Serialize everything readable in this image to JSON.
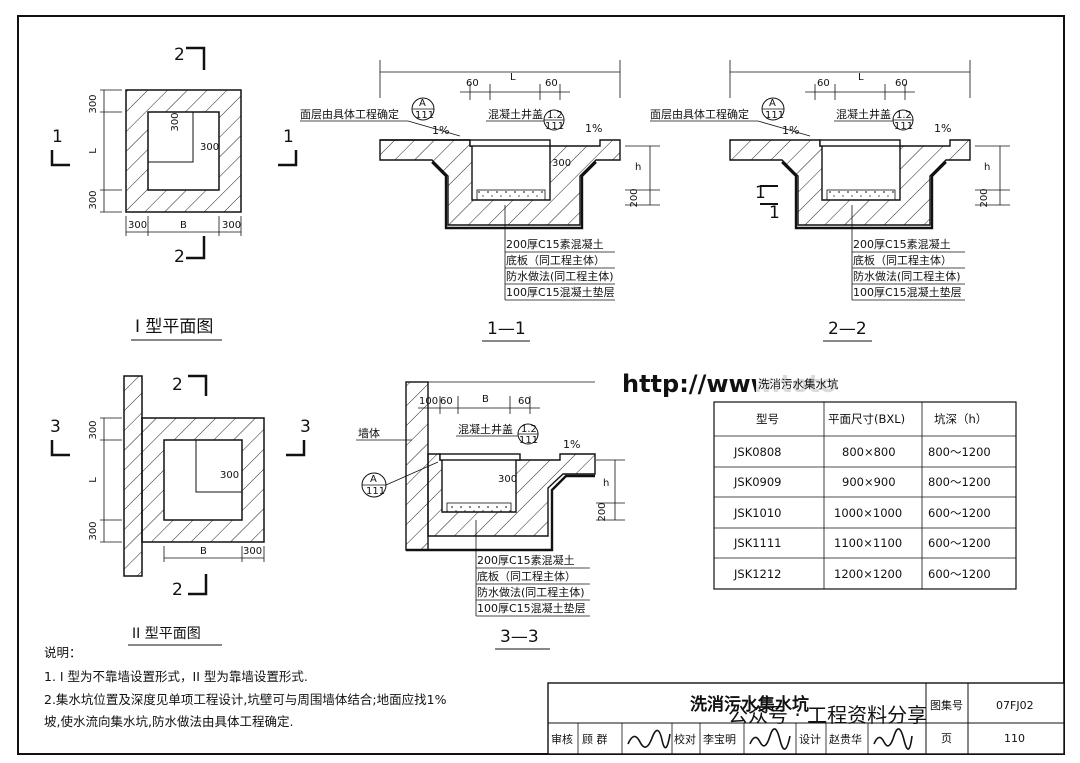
{
  "plan1": {
    "title": "I 型平面图",
    "section_mark_a": "1",
    "section_mark_b": "1",
    "section_mark_top": "2",
    "section_mark_bottom": "2",
    "dim_top": "300",
    "dim_L": "L",
    "dim_bottom": "300",
    "dim_inner1": "300",
    "dim_inner2": "300",
    "dim_left": "300",
    "dim_B": "B",
    "dim_right": "300"
  },
  "plan2": {
    "title": "II 型平面图",
    "section_mark_a": "3",
    "section_mark_b": "3",
    "section_mark_top": "2",
    "section_mark_bottom": "2",
    "dim_top": "300",
    "dim_L": "L",
    "dim_bottom": "300",
    "dim_inner": "300",
    "dim_B": "B",
    "dim_right": "300"
  },
  "section1": {
    "title": "1—1",
    "dim_60a": "60",
    "dim_L": "L",
    "dim_60b": "60",
    "surface_note": "面层由具体工程确定",
    "circle_a_top": "A",
    "circle_a_bottom": "111",
    "cover_label": "混凝土井盖",
    "cover_ref_top": "1.2",
    "cover_ref_bottom": "111",
    "slope_left": "1%",
    "slope_right": "1%",
    "dim_300": "300",
    "dim_h": "h",
    "dim_200": "200",
    "layers": [
      "200厚C15素混凝土",
      "底板（同工程主体）",
      "防水做法(同工程主体)",
      "100厚C15混凝土垫层"
    ]
  },
  "section2": {
    "title": "2—2",
    "dim_60a": "60",
    "dim_L": "L",
    "dim_60b": "60",
    "surface_note": "面层由具体工程确定",
    "circle_a_top": "A",
    "circle_a_bottom": "111",
    "cover_label": "混凝土井盖",
    "cover_ref_top": "1.2",
    "cover_ref_bottom": "111",
    "slope_left": "1%",
    "slope_right": "1%",
    "mark_1a": "1",
    "mark_1b": "1",
    "dim_h": "h",
    "dim_200": "200",
    "layers": [
      "200厚C15素混凝土",
      "底板（同工程主体）",
      "防水做法(同工程主体)",
      "100厚C15混凝土垫层"
    ]
  },
  "section3": {
    "title": "3—3",
    "wall_label": "墙体",
    "dim_100": "100",
    "dim_60a": "60",
    "dim_B": "B",
    "dim_60b": "60",
    "cover_label": "混凝土井盖",
    "cover_ref_top": "1.2",
    "cover_ref_bottom": "111",
    "slope": "1%",
    "circle_a_top": "A",
    "circle_a_bottom": "111",
    "dim_300": "300",
    "dim_h": "h",
    "dim_200": "200",
    "layers": [
      "200厚C15素混凝土",
      "底板（同工程主体）",
      "防水做法(同工程主体)",
      "100厚C15混凝土垫层"
    ]
  },
  "overlay": {
    "url_text": "http://www.toto",
    "url_overlay_label": "洗消污水集水坑"
  },
  "table": {
    "headers": [
      "型号",
      "平面尺寸(BXL)",
      "坑深（h）"
    ],
    "rows": [
      [
        "JSK0808",
        "800×800",
        "800～1200"
      ],
      [
        "JSK0909",
        "900×900",
        "800～1200"
      ],
      [
        "JSK1010",
        "1000×1000",
        "600～1200"
      ],
      [
        "JSK1111",
        "1100×1100",
        "600～1200"
      ],
      [
        "JSK1212",
        "1200×1200",
        "600～1200"
      ]
    ]
  },
  "notes": {
    "heading": "说明：",
    "lines": [
      "1. I 型为不靠墙设置形式，II 型为靠墙设置形式.",
      "2.集水坑位置及深度见单项工程设计,坑壁可与周围墙体结合;地面应找1%",
      "坡,使水流向集水坑,防水做法由具体工程确定."
    ]
  },
  "title_block": {
    "title": "洗消污水集水坑",
    "atlas_label": "图集号",
    "atlas_value": "07FJ02",
    "page_label": "页",
    "page_value": "110",
    "review_label": "审核",
    "review_name": "顾 群",
    "check_label": "校对",
    "check_name": "李宝明",
    "design_label": "设计",
    "design_name": "赵贵华"
  },
  "watermark": "公众号 · 工程资料分享"
}
